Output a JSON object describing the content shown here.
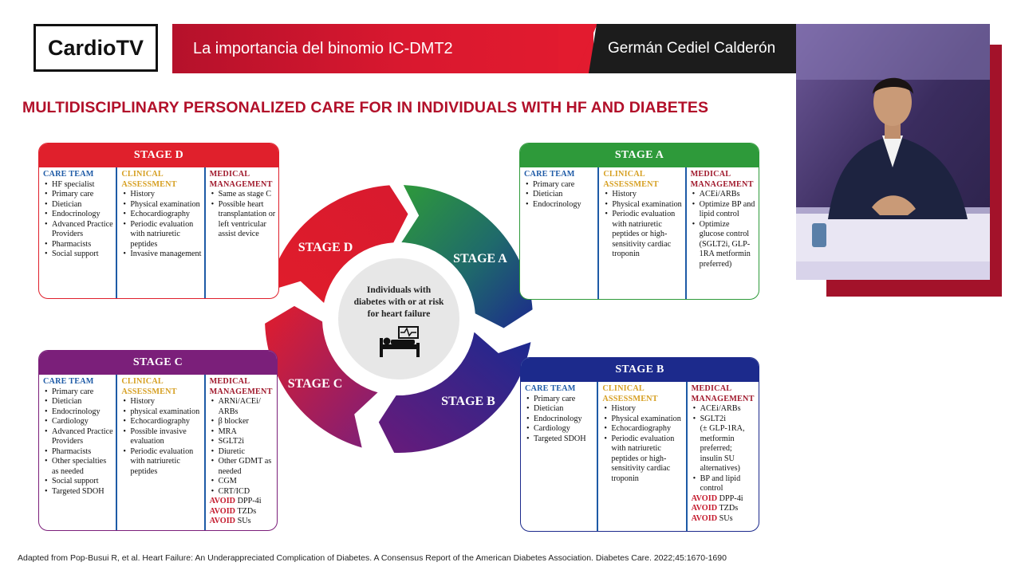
{
  "header": {
    "logo": "CardioTV",
    "title": "La importancia del binomio IC-DMT2",
    "presenter": "Germán Cediel Calderón"
  },
  "slide": {
    "title": "MULTIDISCIPLINARY PERSONALIZED CARE FOR IN INDIVIDUALS WITH HF AND DIABETES",
    "citation": "Adapted from Pop-Busui R, et al. Heart Failure: An Underappreciated Complication of Diabetes. A Consensus Report of the American Diabetes Association. Diabetes Care. 2022;45:1670-1690"
  },
  "diagram": {
    "center_lines": [
      "Individuals with",
      "diabetes with or at risk",
      "for heart failure"
    ],
    "ring_labels": {
      "a": "STAGE A",
      "b": "STAGE B",
      "c": "STAGE C",
      "d": "STAGE D"
    }
  },
  "columns": {
    "team": "CARE TEAM",
    "clinical_1": "CLINICAL",
    "clinical_2": "ASSESSMENT",
    "medical_1": "MEDICAL",
    "medical_2": "MANAGEMENT",
    "avoid": "AVOID"
  },
  "stages": {
    "d": {
      "title": "STAGE D",
      "team": [
        "HF specialist",
        "Primary care",
        "Dietician",
        "Endocrinology",
        "Advanced Practice Providers",
        "Pharmacists",
        "Social support"
      ],
      "clinical": [
        "History",
        "Physical examination",
        "Echocardiography",
        "Periodic evaluation with natriuretic peptides",
        "Invasive management"
      ],
      "medical": [
        "Same as stage C",
        "Possible heart transplantation or left ventricular assist device"
      ]
    },
    "a": {
      "title": "STAGE A",
      "team": [
        "Primary care",
        "Dietician",
        "Endocrinology"
      ],
      "clinical": [
        "History",
        "Physical examination",
        "Periodic evaluation with natriuretic peptides or high-sensitivity cardiac troponin"
      ],
      "medical": [
        "ACEi/ARBs",
        "Optimize BP and lipid control",
        "Optimize glucose control (SGLT2i, GLP-1RA metformin preferred)"
      ]
    },
    "c": {
      "title": "STAGE C",
      "team": [
        "Primary care",
        "Dietician",
        "Endocrinology",
        "Cardiology",
        "Advanced Practice Providers",
        "Pharmacists",
        "Other specialties as needed",
        "Social support",
        "Targeted SDOH"
      ],
      "clinical": [
        "History",
        "physical examination",
        "Echocardiography",
        "Possible invasive evaluation",
        "Periodic evaluation with natriuretic peptides"
      ],
      "medical": [
        "ARNi/ACEi/ ARBs",
        "β blocker",
        "MRA",
        "SGLT2i",
        "Diuretic",
        "Other GDMT as needed",
        "CGM",
        "CRT/ICD"
      ],
      "avoid": [
        "DPP-4i",
        "TZDs",
        "SUs"
      ]
    },
    "b": {
      "title": "STAGE B",
      "team": [
        "Primary care",
        "Dietician",
        "Endocrinology",
        "Cardiology",
        "Targeted SDOH"
      ],
      "clinical": [
        "History",
        "Physical examination",
        "Echocardiography",
        "Periodic evaluation with natriuretic peptides or high-sensitivity cardiac troponin"
      ],
      "medical": [
        "ACEi/ARBs",
        "SGLT2i"
      ],
      "medical_note": "(± GLP-1RA, metformin preferred; insulin SU alternatives)",
      "medical_after": [
        "BP and lipid control"
      ],
      "avoid": [
        "DPP-4i",
        "TZDs",
        "SUs"
      ]
    }
  },
  "colors": {
    "brand_red": "#e31b2f",
    "stage_d": "#e0202c",
    "stage_a": "#2e9a3a",
    "stage_b": "#1c2a8c",
    "stage_c": "#7b1f7a"
  }
}
